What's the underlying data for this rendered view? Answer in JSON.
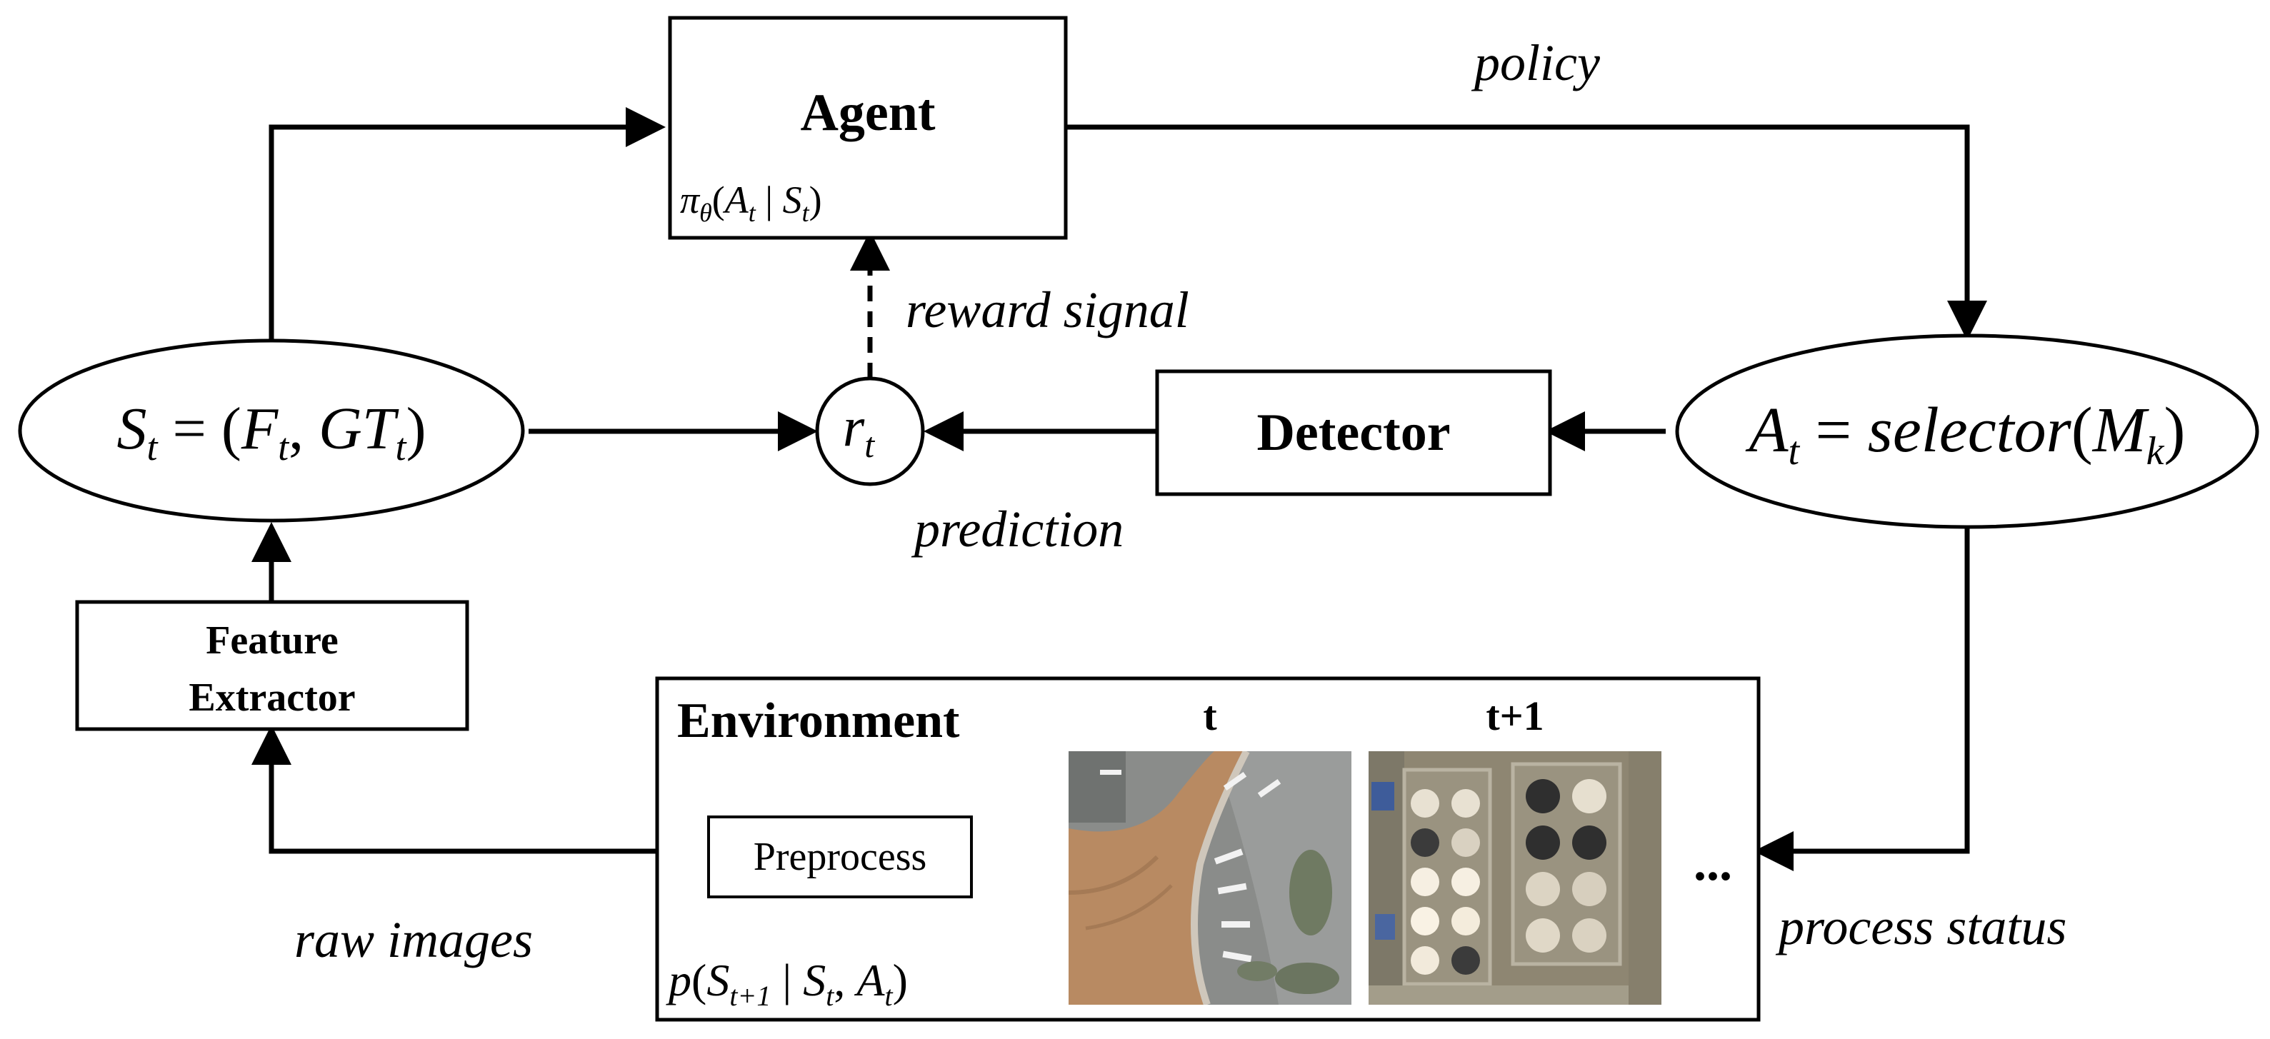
{
  "agent": {
    "label": "Agent",
    "policy_expr": {
      "pi": "π",
      "theta": "θ",
      "open": "(",
      "a": "A",
      "a_sub": "t",
      "bar": " | ",
      "s": "S",
      "s_sub": "t",
      "close": ")"
    }
  },
  "labels": {
    "policy": "policy",
    "reward_signal": "reward signal",
    "prediction": "prediction",
    "process_status": "process status",
    "raw_images": "raw images"
  },
  "state_node": {
    "s": "S",
    "s_sub": "t",
    "eq": " = (",
    "f": "F",
    "f_sub": "t",
    "comma": ", ",
    "gt": "GT",
    "gt_sub": "t",
    "close": ")"
  },
  "reward_node": {
    "r": "r",
    "r_sub": "t"
  },
  "detector": {
    "label": "Detector"
  },
  "action_node": {
    "a": "A",
    "a_sub": "t",
    "eq": " = ",
    "fn": "selector",
    "open": "(",
    "m": "M",
    "m_sub": "k",
    "close": ")"
  },
  "feature_extractor": {
    "line1": "Feature",
    "line2": "Extractor"
  },
  "environment": {
    "label": "Environment",
    "preprocess": "Preprocess",
    "transition_expr": {
      "p": "p",
      "open": "(",
      "s1": "S",
      "s1_sub": "t+1",
      "bar": " | ",
      "s2": "S",
      "s2_sub": "t",
      "comma": ", ",
      "a": "A",
      "a_sub": "t",
      "close": ")"
    },
    "frames": [
      {
        "caption": "t",
        "scene": "airport-terminal"
      },
      {
        "caption": "t+1",
        "scene": "oil-storage-tanks"
      }
    ],
    "ellipsis": "..."
  }
}
